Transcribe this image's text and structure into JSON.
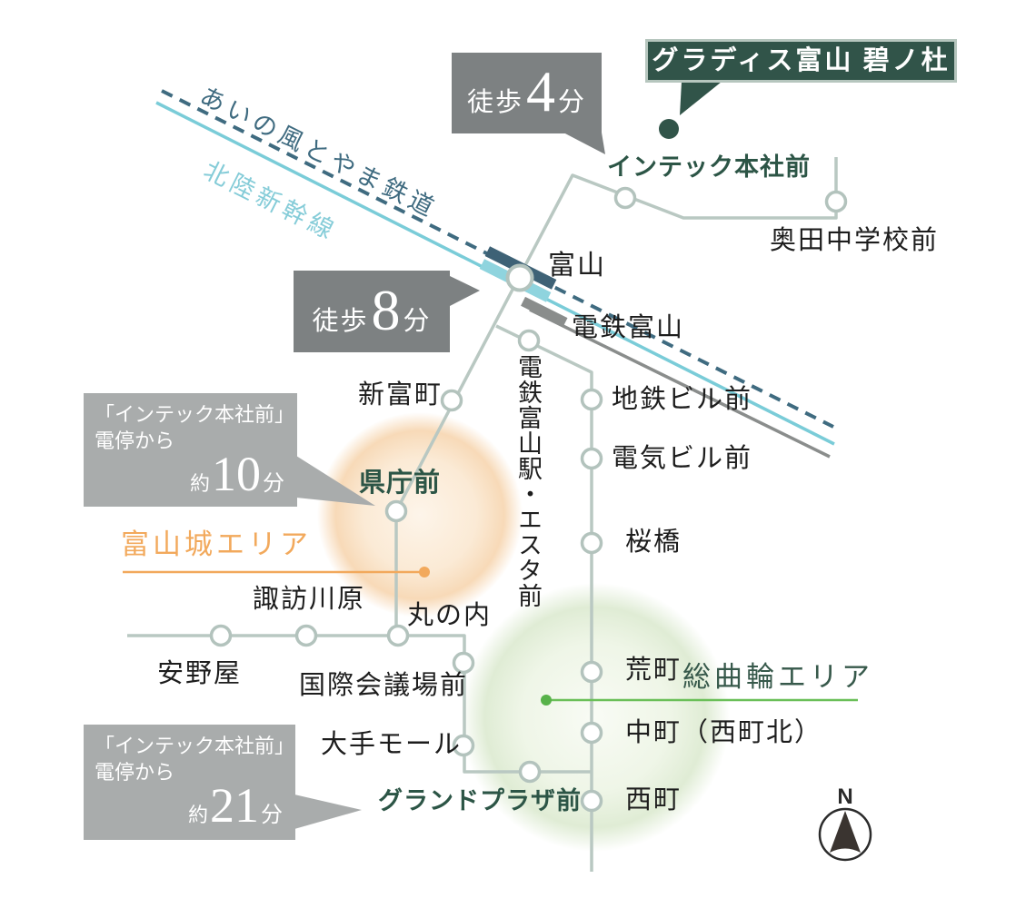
{
  "badge": {
    "title": "グラディス富山 碧ノ杜"
  },
  "walk4": {
    "prefix": "徒歩",
    "value": "4",
    "suffix": "分"
  },
  "walk8": {
    "prefix": "徒歩",
    "value": "8",
    "suffix": "分"
  },
  "box10": {
    "line1": "「インテック本社前」",
    "line2": "電停から",
    "approx": "約",
    "value": "10",
    "unit": "分"
  },
  "box21": {
    "line1": "「インテック本社前」",
    "line2": "電停から",
    "approx": "約",
    "value": "21",
    "unit": "分"
  },
  "rails": {
    "ainokaze": {
      "label": "あいの風とやま鉄道",
      "color": "#3f6b80",
      "style": "dashed"
    },
    "shinkansen": {
      "label": "北陸新幹線",
      "color": "#7accd8",
      "style": "solid"
    }
  },
  "stations": {
    "intec_honsha_mae": "インテック本社前",
    "okuda_chugakko_mae": "奥田中学校前",
    "toyama": "富山",
    "dentetsu_toyama": "電鉄富山",
    "shintomicho": "新富町",
    "esta_mae": "電鉄富山駅・エスタ前",
    "chitetsu_biru_mae": "地鉄ビル前",
    "denki_biru_mae": "電気ビル前",
    "kencho_mae": "県庁前",
    "sakurabashi": "桜橋",
    "suwanokawara": "諏訪川原",
    "yasunoya": "安野屋",
    "marunouchi": "丸の内",
    "kokusai_kaigijo_mae": "国際会議場前",
    "aramachi": "荒町",
    "otemall": "大手モール",
    "nakamachi": "中町（西町北）",
    "grand_plaza_mae": "グランドプラザ前",
    "nishicho": "西町"
  },
  "areas": {
    "toyamajo": {
      "label": "富山城エリア",
      "color": "#f2a95c"
    },
    "sogawa": {
      "label": "総曲輪エリア",
      "color": "#37594b",
      "underline_color": "#6abf58"
    }
  },
  "compass": {
    "label": "N"
  },
  "palette": {
    "tram_line": "#b9c8c2",
    "station_ring": "#b3c3bd",
    "dentetsu_line": "#8a8d8c",
    "jr_rect_navy": "#3e6276",
    "shinkansen_rect_teal": "#8fd4de",
    "badge_green": "#315449",
    "walk_badge_gray": "#7d8182",
    "info_box_gray": "#a9acac",
    "station_name_green": "#2c5546"
  }
}
